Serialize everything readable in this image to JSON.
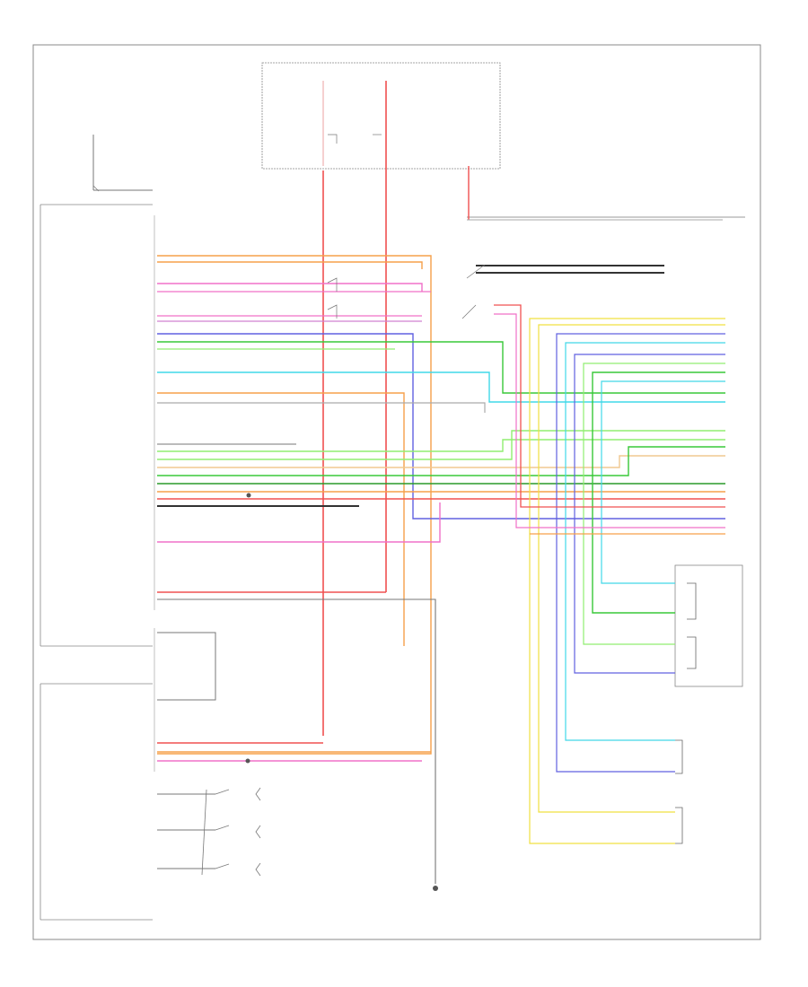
{
  "image_note_text": "",
  "radio_module": {
    "left_labels": [],
    "wire_labels": []
  },
  "colors": {
    "orange": "#f6a04a",
    "pink": "#f070c8",
    "red": "#f05050",
    "green": "#38c838",
    "light_green": "#90ee70",
    "cyan": "#40d8e8",
    "blue": "#6060e0",
    "yellow": "#f0e040",
    "brown": "#b8863c",
    "gray": "#7a7a7a",
    "black": "#222222",
    "tan": "#f0c890",
    "violet": "#c060f0",
    "dark_green": "#2a9a2a"
  },
  "icons": [
    "ground-symbol",
    "switch-symbol",
    "connector-symbol",
    "speaker-symbol"
  ]
}
